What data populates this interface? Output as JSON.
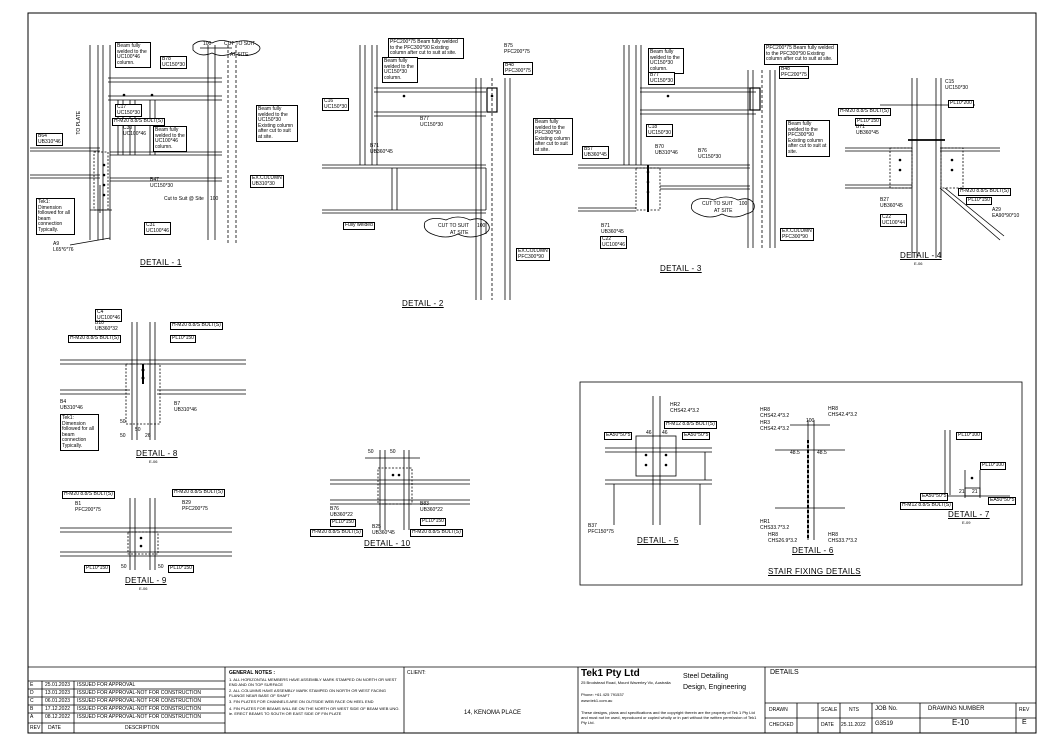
{
  "details": {
    "d1": {
      "title": "DETAIL - 1",
      "labels": [
        "100",
        "CUT TO SUIT",
        "AT SITE",
        "Beam fully welded to the UC100*46 column.",
        "B78",
        "UC150*30",
        "C17",
        "UC150*30",
        "H-M20 8.8/S BOLT(S)",
        "C30",
        "UC100*46",
        "Beam fully welded to the UC100*46 column.",
        "B64",
        "UB310*46",
        "TO PLATE",
        "B47",
        "UC150*30",
        "Cut to Suit @ Site",
        "100",
        "C31",
        "UC100*46",
        "Beam fully welded to the UC150*30 Existing column after cut to suit at site.",
        "EX.COLUMN",
        "UB310*30",
        "Tek1: Dimension followed for all beam connection Typically.",
        "A9",
        "L65*6*76"
      ]
    },
    "d2": {
      "title": "DETAIL - 2",
      "labels": [
        "PFC200*75 Beam fully welded to the PFC300*90 Existing column after cut to suit at site.",
        "B75",
        "PFC200*75",
        "Beam fully welded to the UC150*30 column.",
        "B48",
        "PFC300*75",
        "C16",
        "UC150*30",
        "B77",
        "UC150*30",
        "B71",
        "UB360*45",
        "Beam fully welded to the PFC300*90 Existing column after cut to suit at site.",
        "CUT TO SUIT",
        "AT SITE",
        "100",
        "Fully welded",
        "EX.COLUMN",
        "PFC300*90"
      ]
    },
    "d3": {
      "title": "DETAIL - 3",
      "labels": [
        "Beam fully welded to the UC150*30 column.",
        "B77",
        "UC150*30",
        "B57",
        "UB360*45",
        "C18",
        "UC150*30",
        "B70",
        "UB310*46",
        "B76",
        "UC150*30",
        "Beam fully welded to the PFC300*90 Existing column after cut to suit at site.",
        "CUT TO SUIT",
        "AT SITE",
        "100",
        "B71",
        "UB360*45",
        "C22",
        "UC100*46",
        "EX.COLUMN",
        "PFC300*90",
        "PFC200*75 Beam fully welded to the PFC300*90 Existing column after cut to suit at site.",
        "B48",
        "PFC200*75"
      ]
    },
    "d4": {
      "title": "DETAIL - 4",
      "sub": "E-06",
      "labels": [
        "C15",
        "UC150*30",
        "H-M20 8.8/S BOLT(S)",
        "PL10*150",
        "B71",
        "UB360*45",
        "PL10*200",
        "B27",
        "UB360*45",
        "C22",
        "UC100*44",
        "A29",
        "EA90*90*10",
        "H-M20 8.8/S BOLT(S)",
        "PL10*150"
      ]
    },
    "d5": {
      "title": "DETAIL - 5",
      "labels": [
        "HR2",
        "CHS42.4*3.2",
        "H-M12 8.8/S BOLT(S)",
        "EA50*50*5",
        "EA50*50*5",
        "B37",
        "PFC150*75",
        "46",
        "46"
      ]
    },
    "d6": {
      "title": "DETAIL - 6",
      "labels": [
        "HR8",
        "CHS42.4*3.2",
        "HR8",
        "CHS42.4*3.2",
        "HR3",
        "CHS42.4*3.2",
        "100",
        "48.5",
        "48.5",
        "HR1",
        "CHS33.7*3.2",
        "HR8",
        "CHS26.9*3.2",
        "HR8",
        "CHS33.7*3.2"
      ]
    },
    "d7": {
      "title": "DETAIL - 7",
      "sub": "E-09",
      "labels": [
        "PL10*100",
        "PL10*100",
        "EA50*50*5",
        "EA50*50*5",
        "H-M12 8.8/S BOLT(S)",
        "21",
        "21"
      ]
    },
    "d8": {
      "title": "DETAIL - 8",
      "sub": "E-06",
      "labels": [
        "C4",
        "UC100*46",
        "B10",
        "UB360*32",
        "H-M20 8.8/S BOLT(S)",
        "H-M20 8.8/S BOLT(S)",
        "PL10*150",
        "B4",
        "UB310*46",
        "B7",
        "UB310*46",
        "Tek1: Dimension followed for all beam connection Typically.",
        "50",
        "50",
        "50",
        "26"
      ]
    },
    "d9": {
      "title": "DETAIL - 9",
      "sub": "E-06",
      "labels": [
        "H-M20 8.8/S BOLT(S)",
        "H-M20 8.8/S BOLT(S)",
        "B1",
        "PFC200*75",
        "B29",
        "PFC200*75",
        "PL10*150",
        "PL10*150",
        "50",
        "50"
      ]
    },
    "d10": {
      "title": "DETAIL - 10",
      "labels": [
        "50",
        "50",
        "B76",
        "UB360*22",
        "PL10*150",
        "B83",
        "UB360*22",
        "PL10*150",
        "B25",
        "UB360*45",
        "H-M20 8.8/S BOLT(S)",
        "H-M20 8.8/S BOLT(S)"
      ]
    },
    "stair": {
      "title": "STAIR FIXING DETAILS"
    }
  },
  "revisions": [
    {
      "rev": "E",
      "date": "25.01.2023",
      "desc": "ISSUED FOR APPROVAL"
    },
    {
      "rev": "D",
      "date": "13.01.2023",
      "desc": "ISSUED FOR APPROVAL-NOT FOR CONSTRUCTION"
    },
    {
      "rev": "C",
      "date": "06.01.2023",
      "desc": "ISSUED FOR APPROVAL-NOT FOR CONSTRUCTION"
    },
    {
      "rev": "B",
      "date": "17.12.2022",
      "desc": "ISSUED FOR APPROVAL-NOT FOR CONSTRUCTION"
    },
    {
      "rev": "A",
      "date": "08.12.2022",
      "desc": "ISSUED FOR APPROVAL-NOT FOR CONSTRUCTION"
    }
  ],
  "rev_header": {
    "rev": "REV",
    "date": "DATE",
    "desc": "DESCRIPTION"
  },
  "general_notes": {
    "heading": "GENERAL NOTES :",
    "items": [
      "1. ALL HORIZONTAL MEMBERS HAVE ASSEMBLY MARK STAMPED ON NORTH OR WEST END AND ON TOP SURFACE",
      "2. ALL COLUMNS HAVE ASSEMBLY MARK STAMPED ON NORTH OR WEST FACING FLANGE NEAR BASE OF SHAFT",
      "3. FIN PLATES FOR CHANNELS ARE ON OUTSIDE WEB FACE ON HEEL END",
      "4. FIN PLATES FOR BEAMS WILL BE ON THE NORTH OR WEST SIDE OF BEAM WEB UNO. ie. ERECT BEAMS TO SOUTH OR EAST SIDE OF FIN PLATE"
    ]
  },
  "client": {
    "label": "CLIENT:",
    "project": "14, KENOMA PLACE"
  },
  "company": {
    "name": "Tek1 Pty Ltd",
    "address": "25 Brodstead Road, Mount Waverley Vic, Australia",
    "phone": "Phone: +61 425 791537",
    "web": "www.tek1.com.au",
    "services1": "Steel Detailing",
    "services2": "Design, Engineering",
    "copyright": "These designs, plans and specifications and the copyright therein are the property of Tek 1 Pty Ltd and must not be used, reproduced or copied wholly or in part without the written permission of Tek1 Pty Ltd."
  },
  "sheet": {
    "title": "DETAILS",
    "drawn_label": "DRAWN",
    "checked_label": "CHECKED",
    "scale_label": "SCALE",
    "scale": "NTS",
    "date_label": "DATE",
    "date": "25.11.2022",
    "job_label": "JOB No.",
    "job": "G3519",
    "dwg_label": "DRAWING NUMBER",
    "dwg": "E-10",
    "rev_label": "REV",
    "rev": "E"
  }
}
